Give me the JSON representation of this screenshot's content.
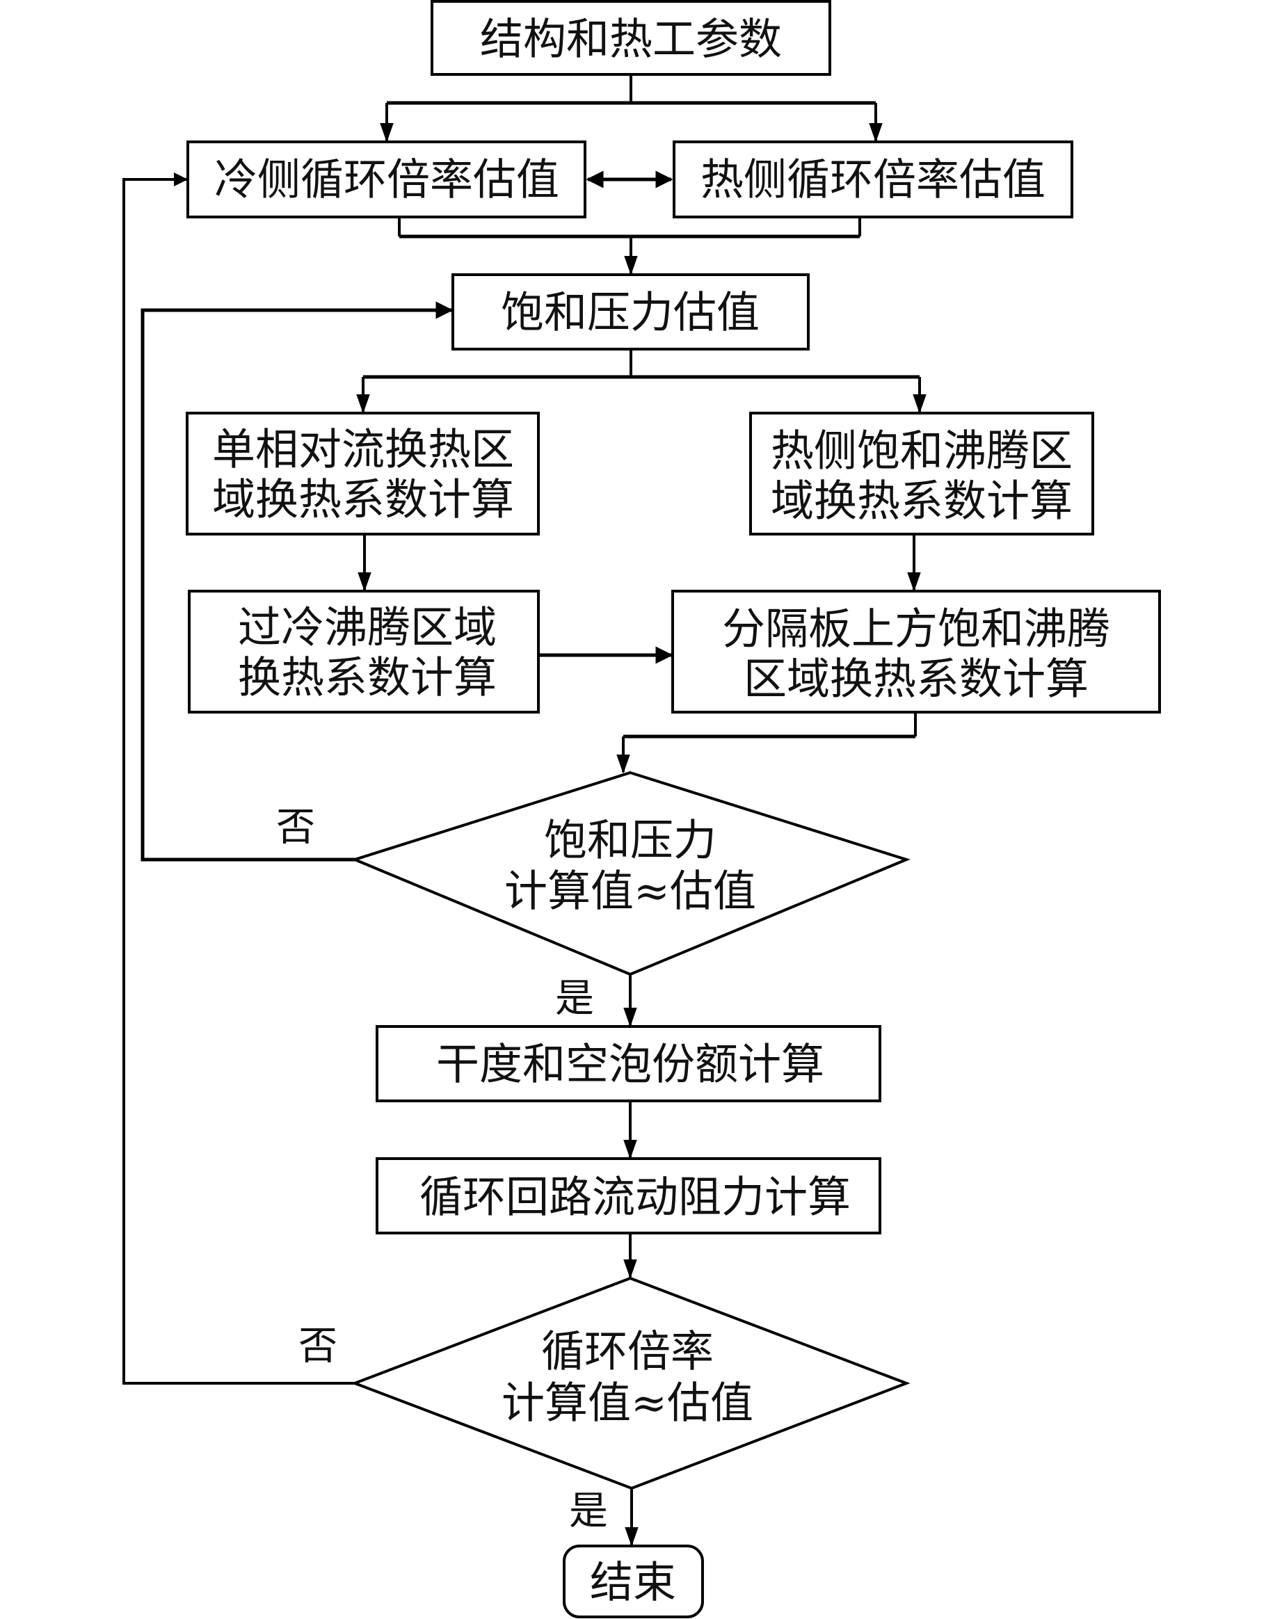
{
  "diagram": {
    "type": "flowchart",
    "colors": {
      "stroke": "#000000",
      "background": "#ffffff",
      "text": "#111111"
    },
    "nodes": {
      "start": {
        "shape": "rect",
        "lines": [
          "结构和热工参数"
        ]
      },
      "cold_ratio": {
        "shape": "rect",
        "lines": [
          "冷侧循环倍率估值"
        ]
      },
      "hot_ratio": {
        "shape": "rect",
        "lines": [
          "热侧循环倍率估值"
        ]
      },
      "sat_pressure": {
        "shape": "rect",
        "lines": [
          "饱和压力估值"
        ]
      },
      "single_phase": {
        "shape": "rect",
        "lines": [
          "单相对流换热区",
          "域换热系数计算"
        ]
      },
      "hot_sat_boiling": {
        "shape": "rect",
        "lines": [
          "热侧饱和沸腾区",
          "域换热系数计算"
        ]
      },
      "subcooled": {
        "shape": "rect",
        "lines": [
          "过冷沸腾区域",
          "换热系数计算"
        ]
      },
      "above_partition": {
        "shape": "rect",
        "lines": [
          "分隔板上方饱和沸腾",
          "区域换热系数计算"
        ]
      },
      "check_pressure": {
        "shape": "diamond",
        "lines": [
          "饱和压力",
          "计算值≈估值"
        ]
      },
      "quality_void": {
        "shape": "rect",
        "lines": [
          "干度和空泡份额计算"
        ]
      },
      "loop_resistance": {
        "shape": "rect",
        "lines": [
          "循环回路流动阻力计算"
        ]
      },
      "check_ratio": {
        "shape": "diamond",
        "lines": [
          "循环倍率",
          "计算值≈估值"
        ]
      },
      "end": {
        "shape": "rounded-rect",
        "lines": [
          "结束"
        ]
      }
    },
    "labels": {
      "no_1": "否",
      "yes_1": "是",
      "no_2": "否",
      "yes_2": "是"
    },
    "edges": [
      {
        "from": "start",
        "to": "cold_ratio"
      },
      {
        "from": "start",
        "to": "hot_ratio"
      },
      {
        "from": "cold_ratio",
        "to": "hot_ratio",
        "bidirectional": true
      },
      {
        "from": "cold_ratio",
        "to": "sat_pressure"
      },
      {
        "from": "hot_ratio",
        "to": "sat_pressure"
      },
      {
        "from": "sat_pressure",
        "to": "single_phase"
      },
      {
        "from": "sat_pressure",
        "to": "hot_sat_boiling"
      },
      {
        "from": "single_phase",
        "to": "subcooled"
      },
      {
        "from": "hot_sat_boiling",
        "to": "above_partition"
      },
      {
        "from": "subcooled",
        "to": "above_partition"
      },
      {
        "from": "above_partition",
        "to": "check_pressure"
      },
      {
        "from": "check_pressure",
        "to": "sat_pressure",
        "label": "否"
      },
      {
        "from": "check_pressure",
        "to": "quality_void",
        "label": "是"
      },
      {
        "from": "quality_void",
        "to": "loop_resistance"
      },
      {
        "from": "loop_resistance",
        "to": "check_ratio"
      },
      {
        "from": "check_ratio",
        "to": "cold_ratio",
        "label": "否"
      },
      {
        "from": "check_ratio",
        "to": "end",
        "label": "是"
      }
    ]
  }
}
